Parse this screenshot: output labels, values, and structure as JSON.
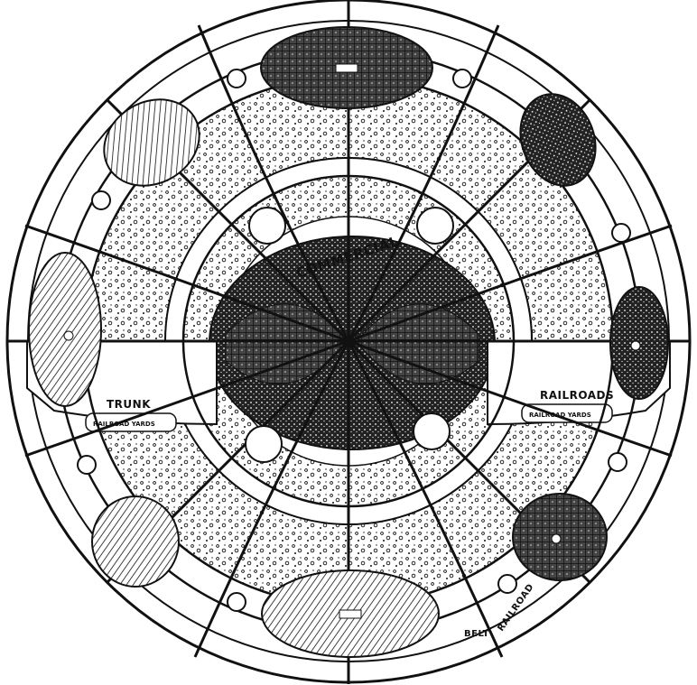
{
  "map": {
    "labels": {
      "commercial": "COMMERCIAL",
      "trunk": "TRUNK",
      "railroads": "RAILROADS",
      "railroad_yards": "RAILROAD YARDS",
      "belt": "BELT",
      "railroad": "RAILROAD"
    }
  }
}
